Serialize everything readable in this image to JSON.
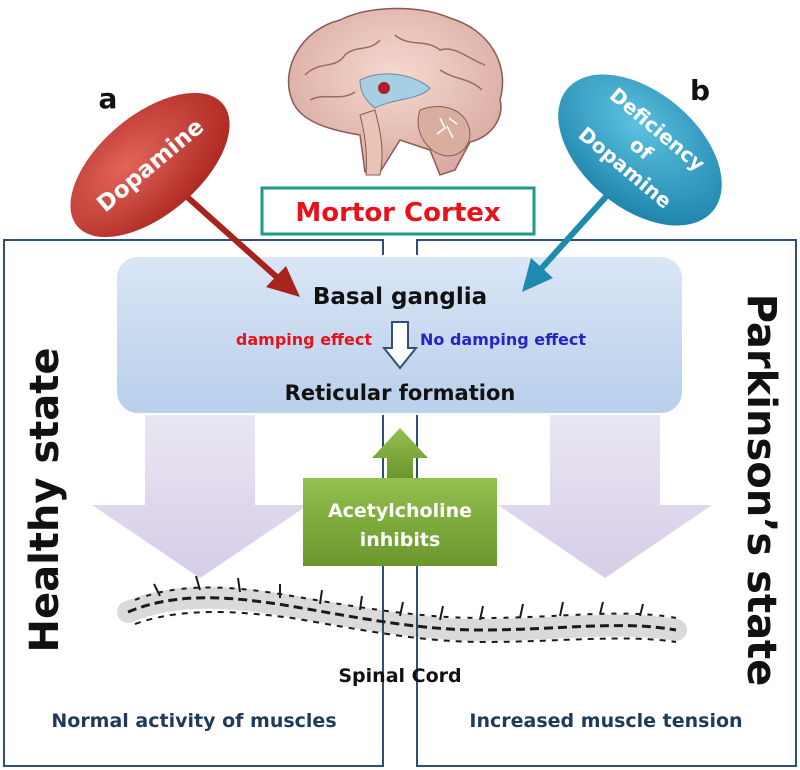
{
  "labels": {
    "panel_a": "a",
    "panel_b": "b",
    "dopamine": "Dopamine",
    "deficiency_lines": [
      "Deficiency",
      "of",
      "Dopamine"
    ],
    "motor_cortex": "Mortor Cortex",
    "basal_ganglia": "Basal ganglia",
    "damping_effect": "damping effect",
    "no_damping_effect": "No damping effect",
    "reticular_formation": "Reticular formation",
    "acetylcholine_lines": [
      "Acetylcholine",
      "inhibits"
    ],
    "spinal_cord": "Spinal Cord",
    "healthy_state": "Healthy state",
    "parkinsons_state": "Parkinson’s state",
    "normal_activity": "Normal activity of muscles",
    "increased_tension": "Increased muscle tension"
  },
  "colors": {
    "dopamine_fill": "#c0392b",
    "deficiency_fill": "#2e9ec4",
    "motor_cortex_text": "#e8121a",
    "motor_cortex_border": "#1a9a88",
    "basal_box_fill": "#c5d8f0",
    "damping_text": "#e8121a",
    "no_damping_text": "#2424c8",
    "panel_border": "#2f4f78",
    "acetyl_fill": "#7aa83a",
    "big_arrow_fill": "#ddd4ec",
    "caption_text": "#1f3a5a"
  },
  "icons": {
    "brain": "brain-sagittal-illustration",
    "spine": "spine-illustration"
  }
}
